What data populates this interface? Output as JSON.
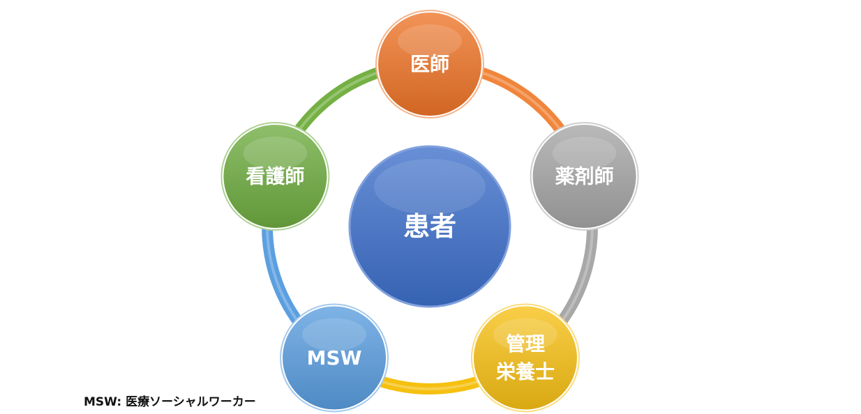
{
  "center": {
    "label": "患者",
    "color": "#3d6fcb"
  },
  "nodes": [
    {
      "id": "doctor",
      "lines": [
        "医師"
      ],
      "color": "#ee7428"
    },
    {
      "id": "pharmacist",
      "lines": [
        "薬剤師"
      ],
      "color": "#a5a5a5"
    },
    {
      "id": "dietitian",
      "lines": [
        "管理",
        "栄養士"
      ],
      "color": "#f7c014"
    },
    {
      "id": "msw",
      "lines": [
        "MSW"
      ],
      "color": "#5a9ddf"
    },
    {
      "id": "nurse",
      "lines": [
        "看護師"
      ],
      "color": "#6eac40"
    }
  ],
  "arcs": [
    {
      "from": "doctor",
      "to": "pharmacist",
      "color": "#f0853b"
    },
    {
      "from": "pharmacist",
      "to": "dietitian",
      "color": "#a8a8a8"
    },
    {
      "from": "dietitian",
      "to": "msw",
      "color": "#f5c010"
    },
    {
      "from": "msw",
      "to": "nurse",
      "color": "#5b9fe0"
    },
    {
      "from": "nurse",
      "to": "doctor",
      "color": "#74b043"
    }
  ],
  "footnote": "MSW: 医療ソーシャルワーカー"
}
